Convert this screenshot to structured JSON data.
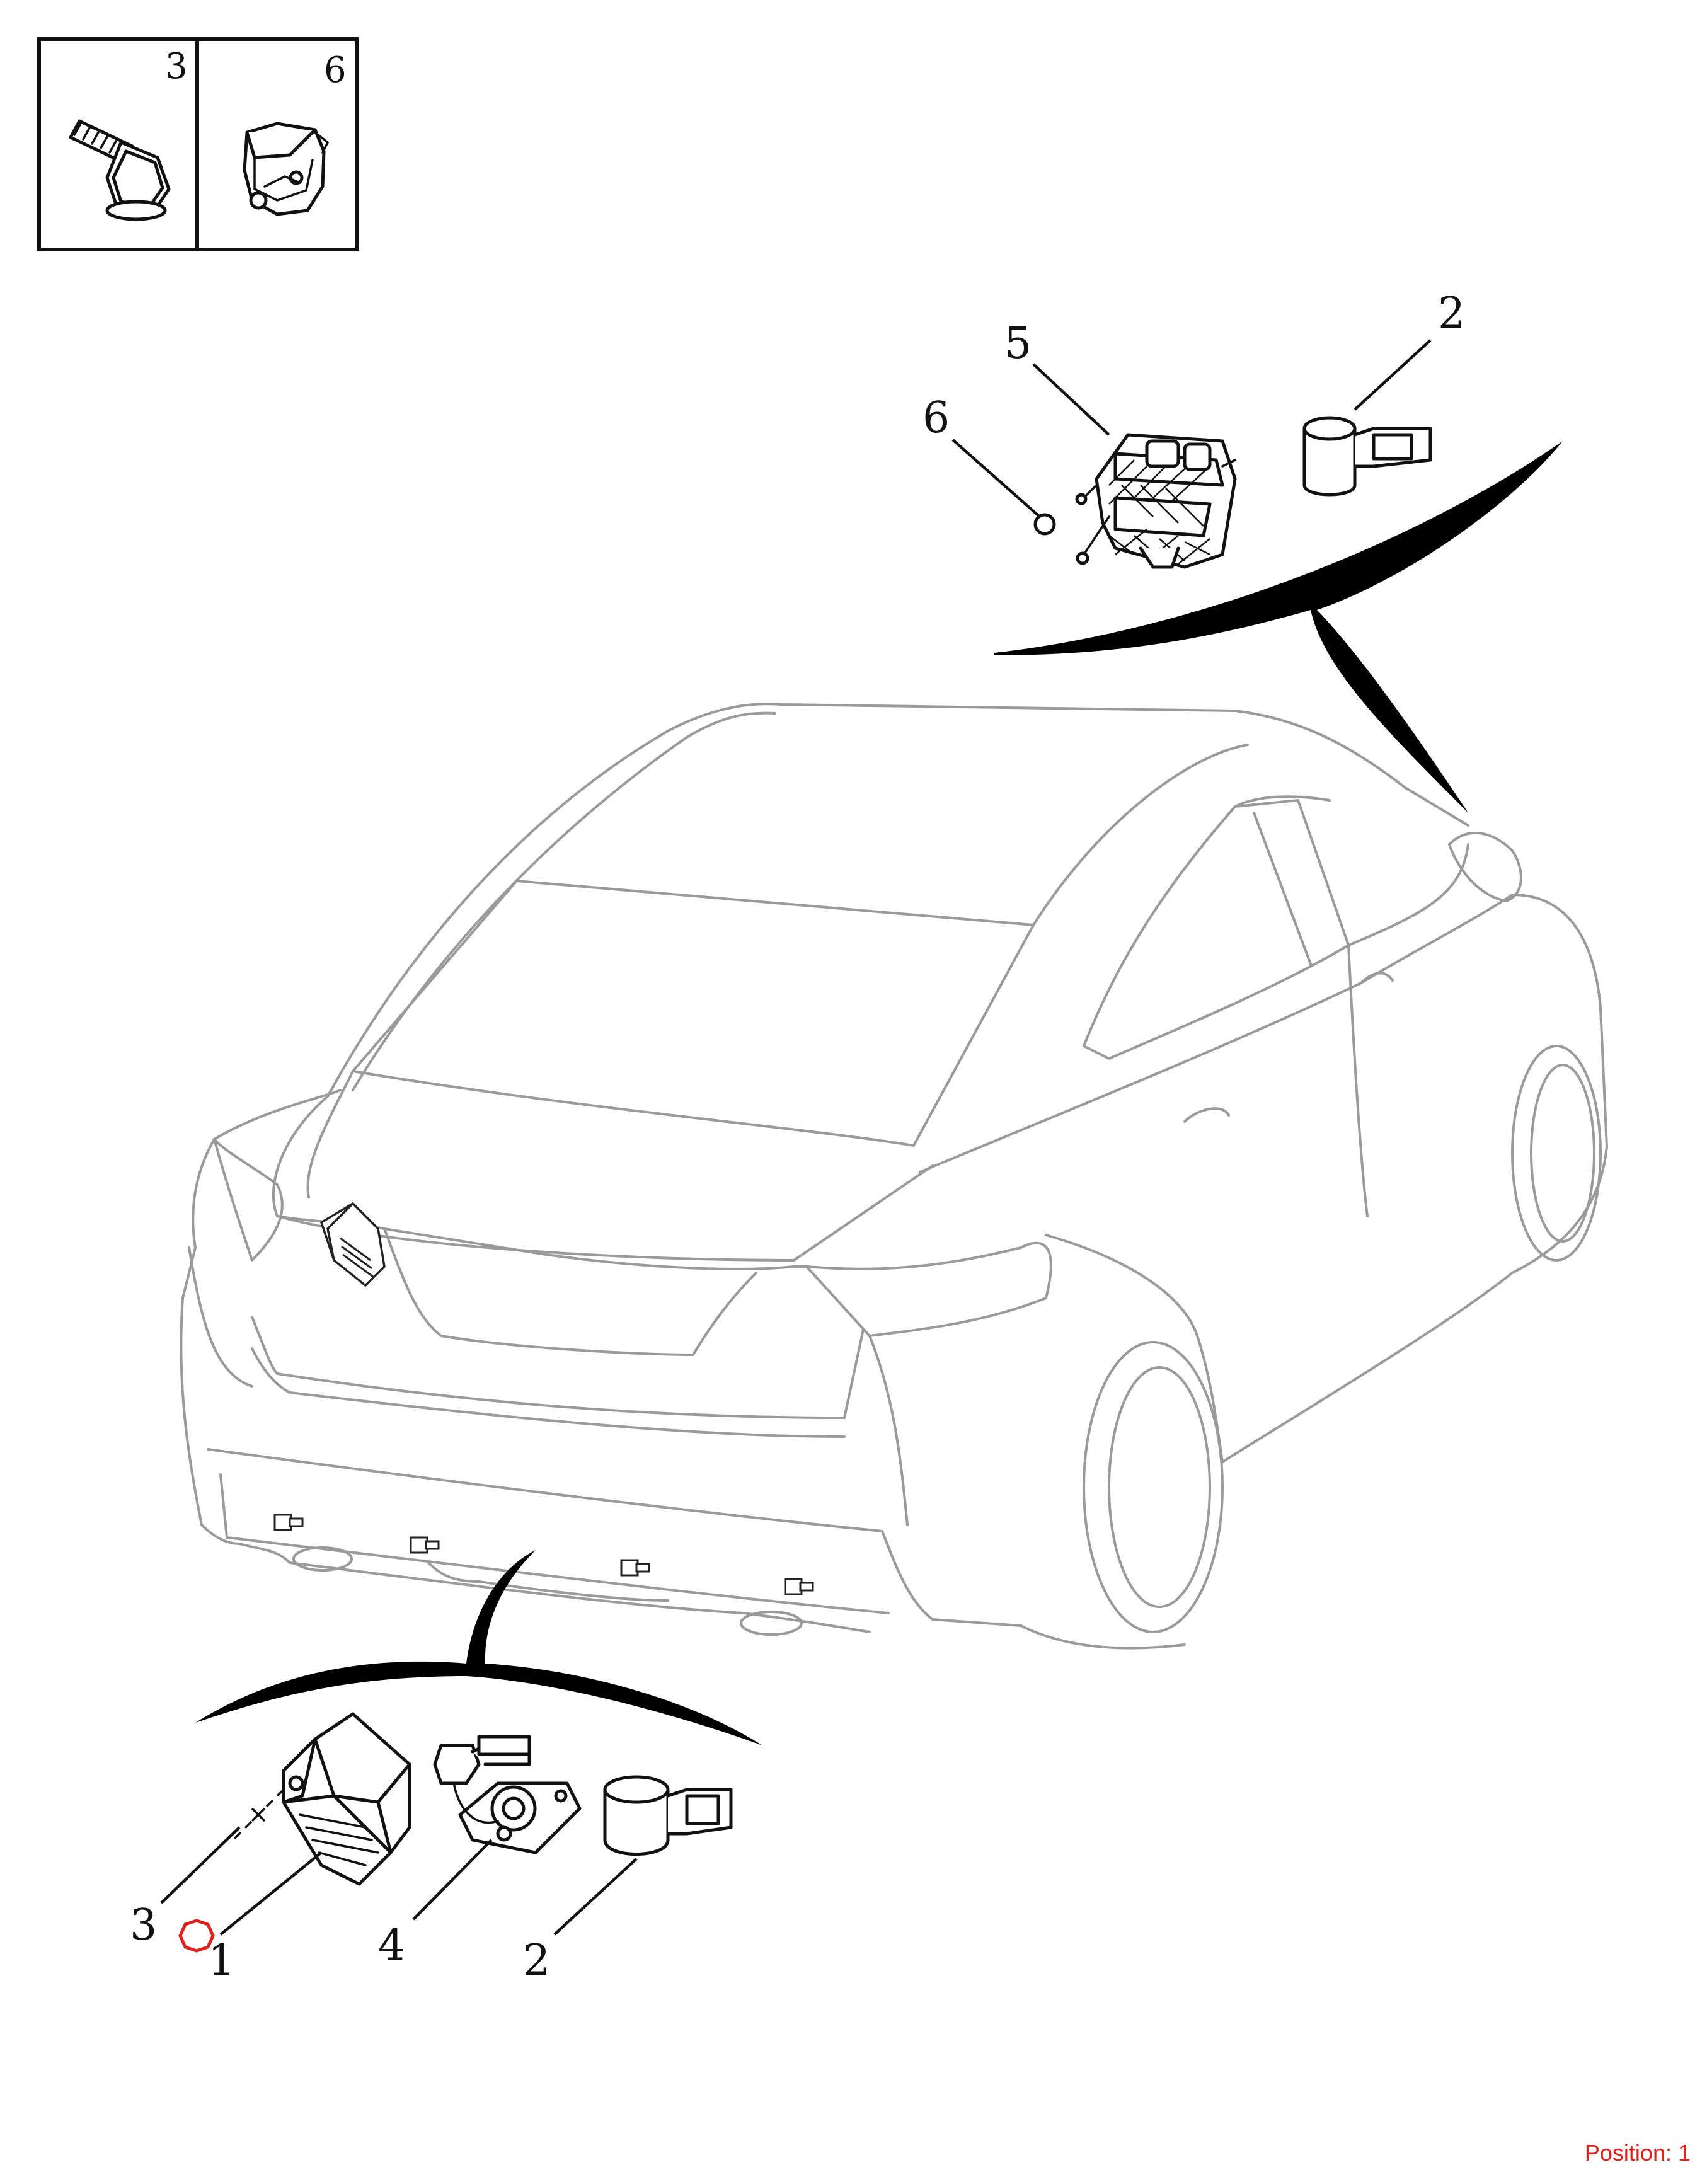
{
  "inset": {
    "cells": [
      {
        "number": "3",
        "icon": "flange-bolt-icon"
      },
      {
        "number": "6",
        "icon": "clip-nut-icon"
      }
    ]
  },
  "callouts": {
    "top": [
      {
        "number": "5",
        "part": "camera-bracket-icon"
      },
      {
        "number": "6",
        "part": "clip-icon"
      },
      {
        "number": "2",
        "part": "parking-sensor-icon"
      }
    ],
    "bottom": [
      {
        "number": "3",
        "part": "bolt-icon"
      },
      {
        "number": "1",
        "part": "control-module-icon"
      },
      {
        "number": "4",
        "part": "rear-camera-icon"
      },
      {
        "number": "2",
        "part": "parking-sensor-icon"
      }
    ]
  },
  "highlight": {
    "color": "#e0201c",
    "selected_number": "1"
  },
  "status": {
    "position_text": "Position: 1"
  }
}
